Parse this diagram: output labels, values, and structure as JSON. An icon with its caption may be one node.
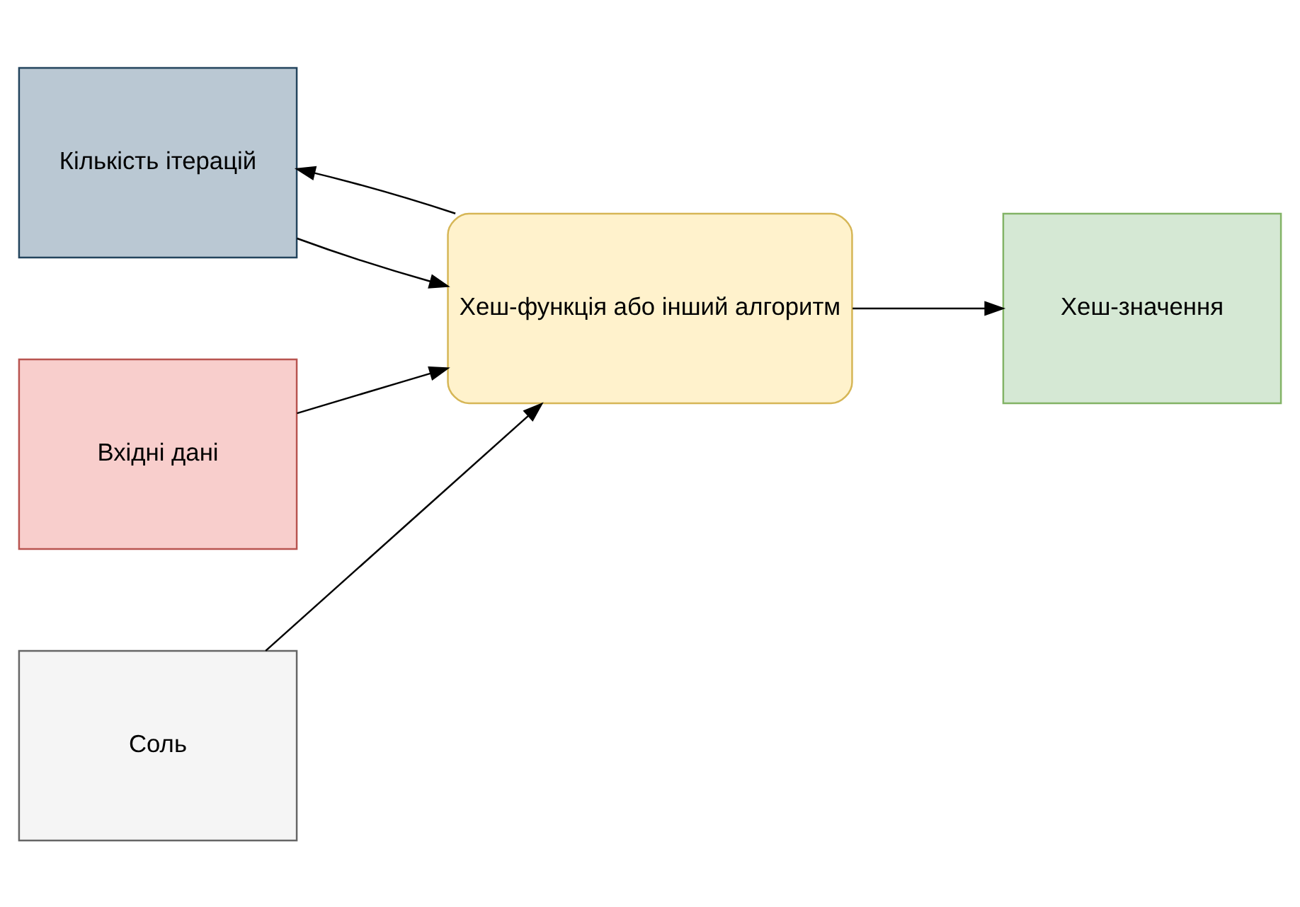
{
  "diagram": {
    "nodes": [
      {
        "text": [
          "Кількість ітерацій"
        ]
      },
      {
        "text": [
          "Вхідні дані"
        ]
      },
      {
        "text": [
          "Соль"
        ]
      },
      {
        "text": [
          "Хеш-функція або інший алгоритм"
        ]
      },
      {
        "text": [
          "Хеш-значення"
        ]
      }
    ],
    "edges": [
      {
        "from": 3,
        "to": 0,
        "arrow": "to"
      },
      {
        "from": 0,
        "to": 3,
        "arrow": "to"
      },
      {
        "from": 1,
        "to": 3,
        "arrow": "to"
      },
      {
        "from": 2,
        "to": 3,
        "arrow": "to"
      },
      {
        "from": 3,
        "to": 4,
        "arrow": "to"
      }
    ]
  }
}
